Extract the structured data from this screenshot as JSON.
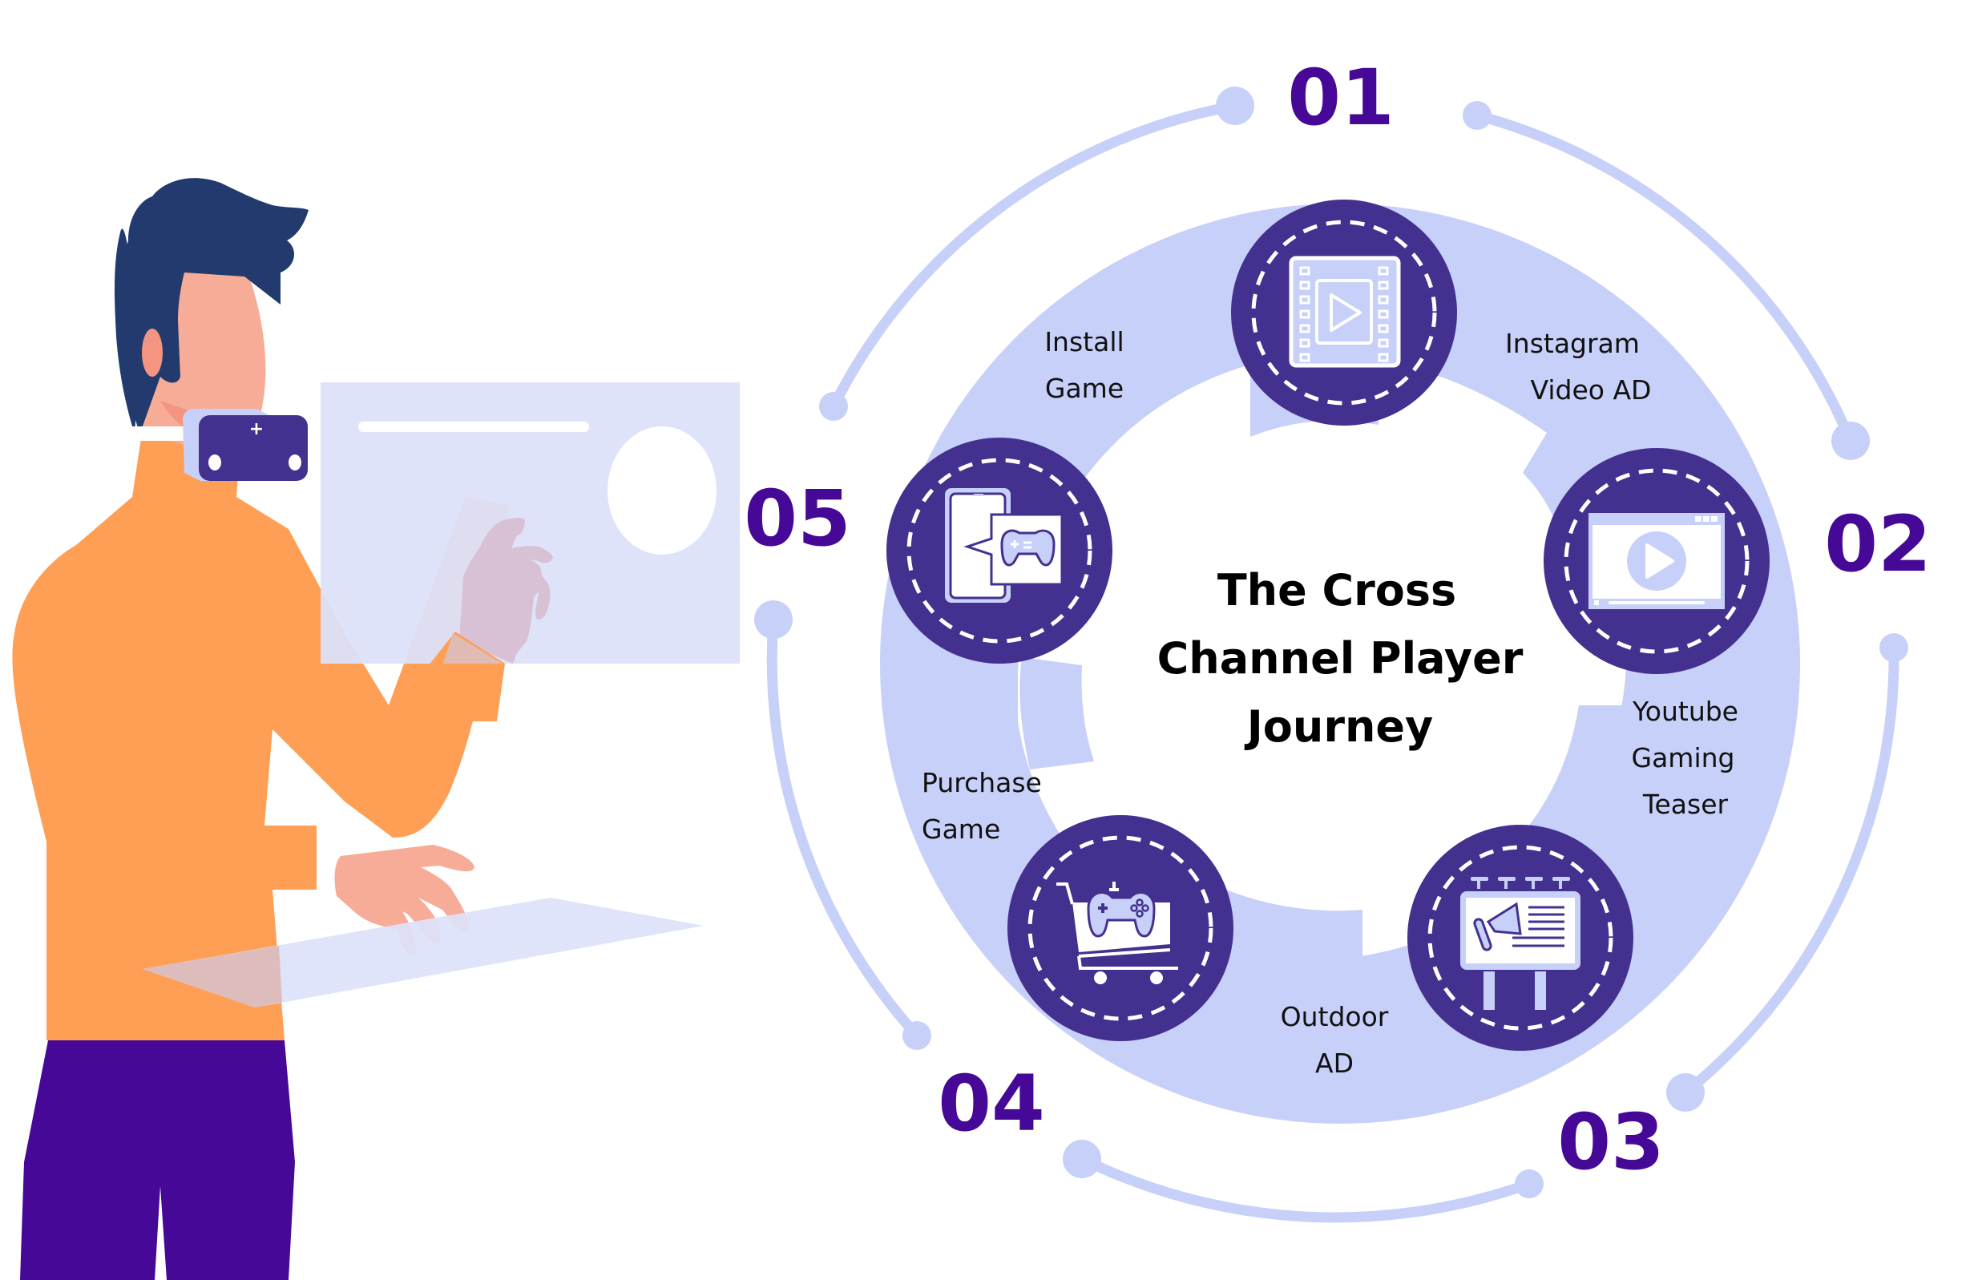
{
  "title": {
    "lines": [
      "The Cross",
      "Channel Player",
      "Journey"
    ]
  },
  "colors": {
    "ring": "#C7D0F8",
    "step_circle": "#44318F",
    "step_number": "#460896",
    "icon_fill": "#C7D0F8",
    "shirt": "#FE9F55",
    "pants": "#460896",
    "hair": "#223A6E",
    "skin": "#F7AC98",
    "panel": "#DDE2FA"
  },
  "steps": [
    {
      "number": "01",
      "label_lines": [
        "Instagram",
        "Video AD"
      ],
      "icon": "film-play-icon"
    },
    {
      "number": "02",
      "label_lines": [
        "Youtube",
        "Gaming",
        "Teaser"
      ],
      "icon": "video-player-window-icon"
    },
    {
      "number": "03",
      "label_lines": [
        "Outdoor",
        "AD"
      ],
      "icon": "billboard-megaphone-icon"
    },
    {
      "number": "04",
      "label_lines": [
        "Purchase",
        "Game"
      ],
      "icon": "shopping-cart-gamepad-icon"
    },
    {
      "number": "05",
      "label_lines": [
        "Install",
        "Game"
      ],
      "icon": "phone-gamepad-icon"
    }
  ],
  "illustration": {
    "subject": "person-with-vr-headset",
    "headset_symbol": "+"
  }
}
